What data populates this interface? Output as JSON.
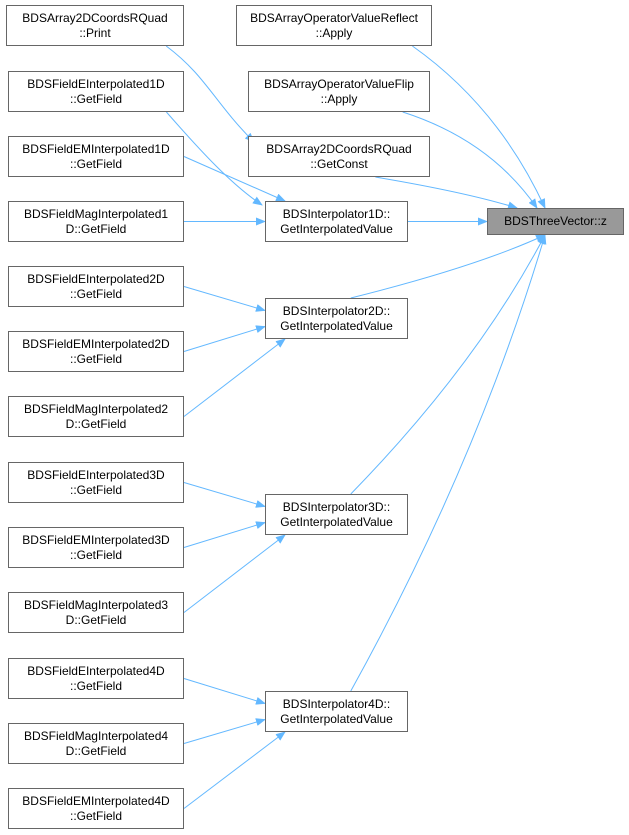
{
  "colors": {
    "edge": "#63b8ff",
    "node_border": "#666666",
    "focus_fill": "#999999"
  },
  "nodes": [
    {
      "id": "target",
      "lines": [
        "BDSThreeVector::z"
      ],
      "focus": true
    },
    {
      "id": "reflect",
      "lines": [
        "BDSArrayOperatorValueReflect",
        "::Apply"
      ]
    },
    {
      "id": "flip",
      "lines": [
        "BDSArrayOperatorValueFlip",
        "::Apply"
      ]
    },
    {
      "id": "getconst",
      "lines": [
        "BDSArray2DCoordsRQuad",
        "::GetConst"
      ]
    },
    {
      "id": "print",
      "lines": [
        "BDSArray2DCoordsRQuad",
        "::Print"
      ]
    },
    {
      "id": "i1d",
      "lines": [
        "BDSInterpolator1D::",
        "GetInterpolatedValue"
      ]
    },
    {
      "id": "i2d",
      "lines": [
        "BDSInterpolator2D::",
        "GetInterpolatedValue"
      ]
    },
    {
      "id": "i3d",
      "lines": [
        "BDSInterpolator3D::",
        "GetInterpolatedValue"
      ]
    },
    {
      "id": "i4d",
      "lines": [
        "BDSInterpolator4D::",
        "GetInterpolatedValue"
      ]
    },
    {
      "id": "fe1",
      "lines": [
        "BDSFieldEInterpolated1D",
        "::GetField"
      ]
    },
    {
      "id": "fem1",
      "lines": [
        "BDSFieldEMInterpolated1D",
        "::GetField"
      ]
    },
    {
      "id": "fm1",
      "lines": [
        "BDSFieldMagInterpolated1",
        "D::GetField"
      ]
    },
    {
      "id": "fe2",
      "lines": [
        "BDSFieldEInterpolated2D",
        "::GetField"
      ]
    },
    {
      "id": "fem2",
      "lines": [
        "BDSFieldEMInterpolated2D",
        "::GetField"
      ]
    },
    {
      "id": "fm2",
      "lines": [
        "BDSFieldMagInterpolated2",
        "D::GetField"
      ]
    },
    {
      "id": "fe3",
      "lines": [
        "BDSFieldEInterpolated3D",
        "::GetField"
      ]
    },
    {
      "id": "fem3",
      "lines": [
        "BDSFieldEMInterpolated3D",
        "::GetField"
      ]
    },
    {
      "id": "fm3",
      "lines": [
        "BDSFieldMagInterpolated3",
        "D::GetField"
      ]
    },
    {
      "id": "fe4",
      "lines": [
        "BDSFieldEInterpolated4D",
        "::GetField"
      ]
    },
    {
      "id": "fm4",
      "lines": [
        "BDSFieldMagInterpolated4",
        "D::GetField"
      ]
    },
    {
      "id": "fem4",
      "lines": [
        "BDSFieldEMInterpolated4D",
        "::GetField"
      ]
    }
  ],
  "edges": [
    {
      "from": "reflect",
      "to": "target"
    },
    {
      "from": "flip",
      "to": "target"
    },
    {
      "from": "getconst",
      "to": "target"
    },
    {
      "from": "i1d",
      "to": "target"
    },
    {
      "from": "i2d",
      "to": "target"
    },
    {
      "from": "i3d",
      "to": "target"
    },
    {
      "from": "i4d",
      "to": "target"
    },
    {
      "from": "print",
      "to": "getconst"
    },
    {
      "from": "fe1",
      "to": "i1d"
    },
    {
      "from": "fem1",
      "to": "i1d"
    },
    {
      "from": "fm1",
      "to": "i1d"
    },
    {
      "from": "fe2",
      "to": "i2d"
    },
    {
      "from": "fem2",
      "to": "i2d"
    },
    {
      "from": "fm2",
      "to": "i2d"
    },
    {
      "from": "fe3",
      "to": "i3d"
    },
    {
      "from": "fem3",
      "to": "i3d"
    },
    {
      "from": "fm3",
      "to": "i3d"
    },
    {
      "from": "fe4",
      "to": "i4d"
    },
    {
      "from": "fm4",
      "to": "i4d"
    },
    {
      "from": "fem4",
      "to": "i4d"
    }
  ]
}
